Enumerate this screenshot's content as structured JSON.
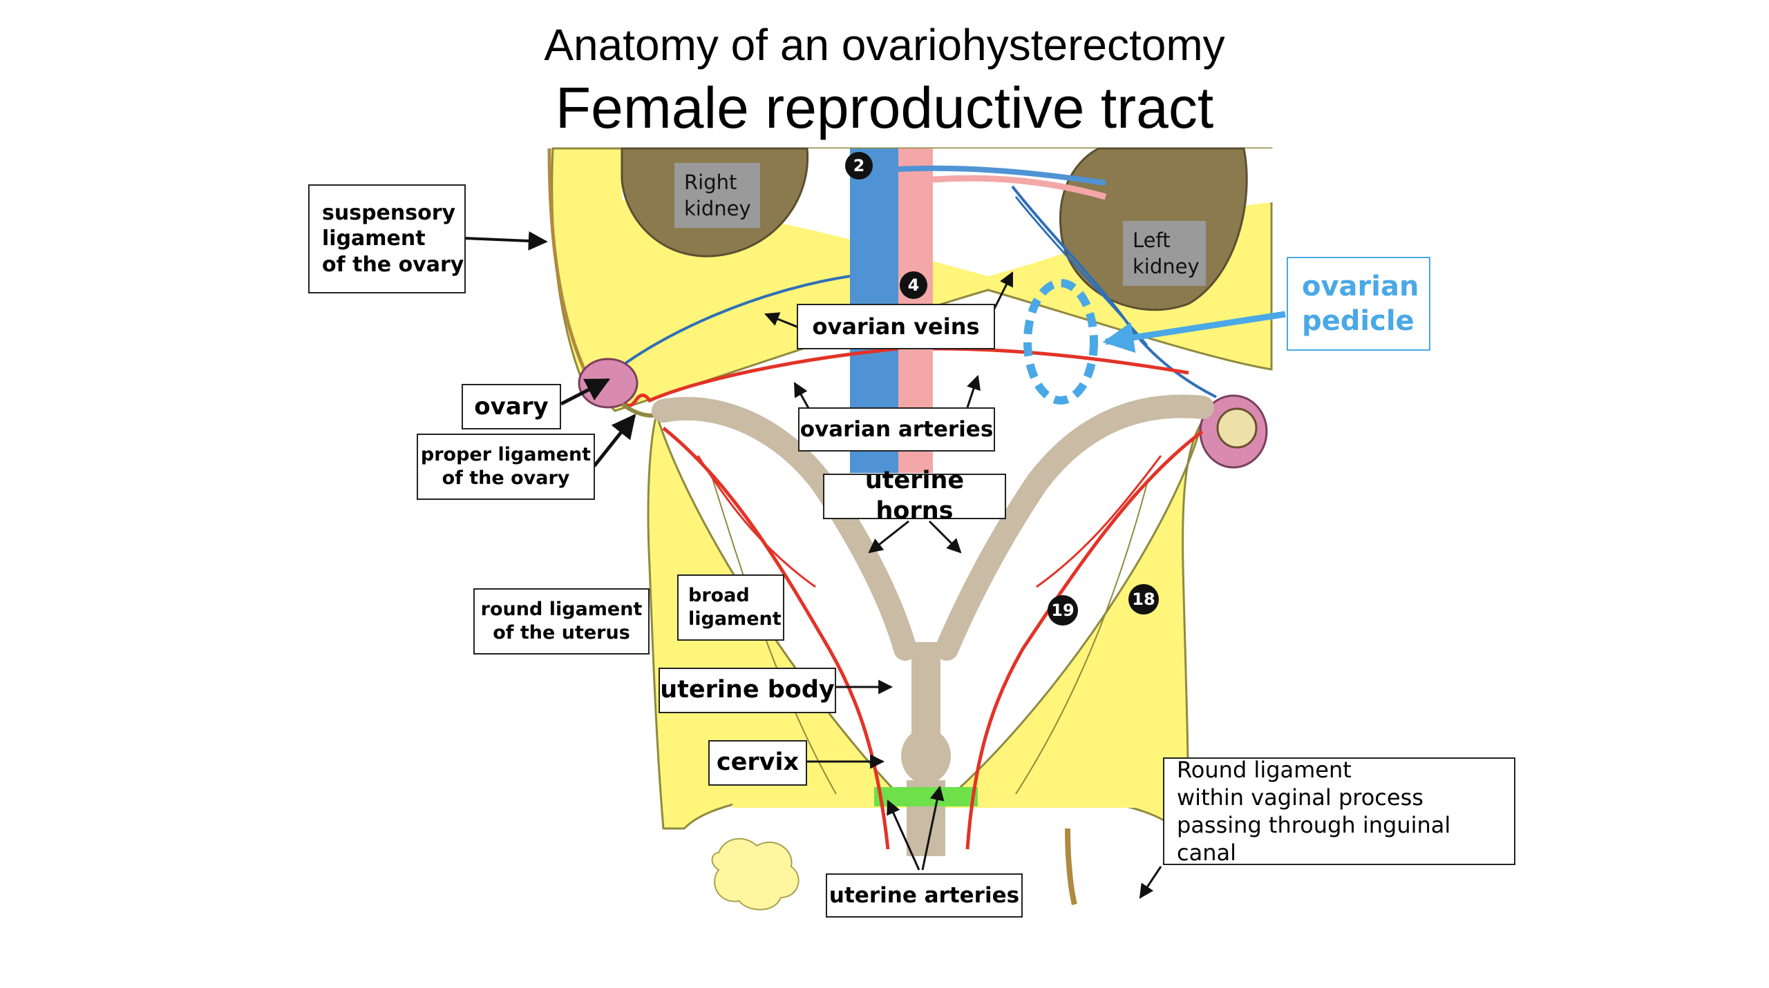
{
  "title": "Anatomy of an ovariohysterectomy",
  "subtitle": "Female reproductive tract",
  "labels": {
    "suspensory": "suspensory\nligament\nof the ovary",
    "ovary": "ovary",
    "proper_ligament": "proper ligament\nof the ovary",
    "ovarian_veins": "ovarian veins",
    "ovarian_arteries": "ovarian arteries",
    "uterine_horns": "uterine horns",
    "round_ligament_uterus": "round ligament\nof the uterus",
    "broad_ligament": "broad\nligament",
    "uterine_body": "uterine body",
    "cervix": "cervix",
    "uterine_arteries": "uterine arteries",
    "ovarian_pedicle": "ovarian\npedicle",
    "round_ligament_note": "Round ligament\nwithin vaginal process\npassing through inguinal canal"
  },
  "kidneys": {
    "right": "Right\nkidney",
    "left": "Left\nkidney"
  },
  "markers": {
    "m2": "2",
    "m4": "4",
    "m19": "19",
    "m18": "18"
  },
  "colors": {
    "ligament": "#fef57a",
    "kidney": "#8a7a4e",
    "vein": "#4f93d4",
    "artery": "#e33327",
    "uterus": "#c9bba4",
    "pedicle": "#4aa8e6",
    "ovary": "#d98ab0"
  }
}
